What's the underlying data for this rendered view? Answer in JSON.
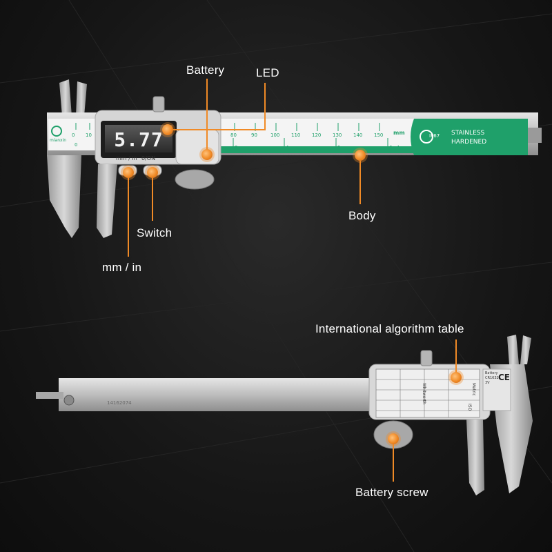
{
  "callouts": {
    "battery": "Battery",
    "led": "LED",
    "switch": "Switch",
    "mm_in": "mm / in",
    "body": "Body",
    "algorithm_table": "International algorithm table",
    "battery_screw": "Battery screw"
  },
  "caliper_top": {
    "brand": "mianxin",
    "display_value": "5.77",
    "button_labels": [
      "mm / in",
      "0/ON"
    ],
    "scale_mm": [
      "0",
      "10",
      "80",
      "90",
      "100",
      "110",
      "120",
      "130",
      "140",
      "150"
    ],
    "scale_unit_mm": "mm",
    "scale_in": [
      "0",
      "3",
      "4",
      "5",
      "6"
    ],
    "scale_unit_in": "in",
    "ip_rating": "IP67",
    "stainless": "STAINLESS",
    "hardened": "HARDENED"
  },
  "caliper_bottom": {
    "serial": "14162074",
    "battery_info": [
      "Battery",
      "CR1632",
      "3V"
    ],
    "ce_mark": "CE",
    "table_headers": [
      "Metric",
      "ISO",
      "Whitworth"
    ]
  },
  "colors": {
    "accent": "#f08a26",
    "green": "#1fa06a",
    "background": "#161616",
    "steel": "#c8c8c8"
  }
}
